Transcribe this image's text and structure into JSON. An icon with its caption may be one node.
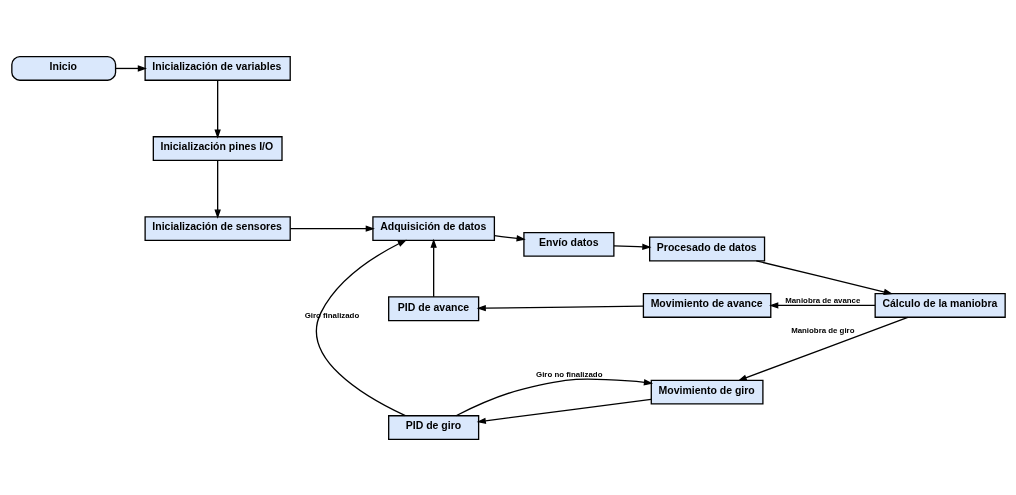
{
  "diagram": {
    "nodes": [
      {
        "text": [
          "Inicio"
        ]
      },
      {
        "text": [
          "Inicialización de variables"
        ]
      },
      {
        "text": [
          "Inicialización pines I/O"
        ]
      },
      {
        "text": [
          "Inicialización de sensores"
        ]
      },
      {
        "text": [
          "Adquisición de datos"
        ]
      },
      {
        "text": [
          "Envío datos"
        ]
      },
      {
        "text": [
          "Procesado de datos"
        ]
      },
      {
        "text": [
          "Cálculo de la maniobra"
        ]
      },
      {
        "text": [
          "Movimiento de avance"
        ]
      },
      {
        "text": [
          "PID de avance"
        ]
      },
      {
        "text": [
          "Movimiento de giro"
        ]
      },
      {
        "text": [
          "PID de giro"
        ]
      }
    ],
    "edges": [
      {
        "from": 0,
        "to": 1,
        "arrow": "to"
      },
      {
        "from": 1,
        "to": 2,
        "arrow": "to"
      },
      {
        "from": 2,
        "to": 3,
        "arrow": "to"
      },
      {
        "from": 3,
        "to": 4,
        "arrow": "to"
      },
      {
        "from": 4,
        "to": 5,
        "arrow": "to"
      },
      {
        "from": 5,
        "to": 6,
        "arrow": "to"
      },
      {
        "from": 6,
        "to": 7,
        "arrow": "to"
      },
      {
        "from": 7,
        "to": 8,
        "arrow": "to",
        "label": "Maniobra de avance"
      },
      {
        "from": 8,
        "to": 9,
        "arrow": "to"
      },
      {
        "from": 9,
        "to": 4,
        "arrow": "to"
      },
      {
        "from": 7,
        "to": 10,
        "arrow": "to",
        "label": "Maniobra de giro"
      },
      {
        "from": 10,
        "to": 11,
        "arrow": "to"
      },
      {
        "from": 11,
        "to": 4,
        "arrow": "to",
        "label": "Giro finalizado"
      },
      {
        "from": 11,
        "to": 10,
        "arrow": "to",
        "label": "Giro no finalizado"
      }
    ]
  }
}
